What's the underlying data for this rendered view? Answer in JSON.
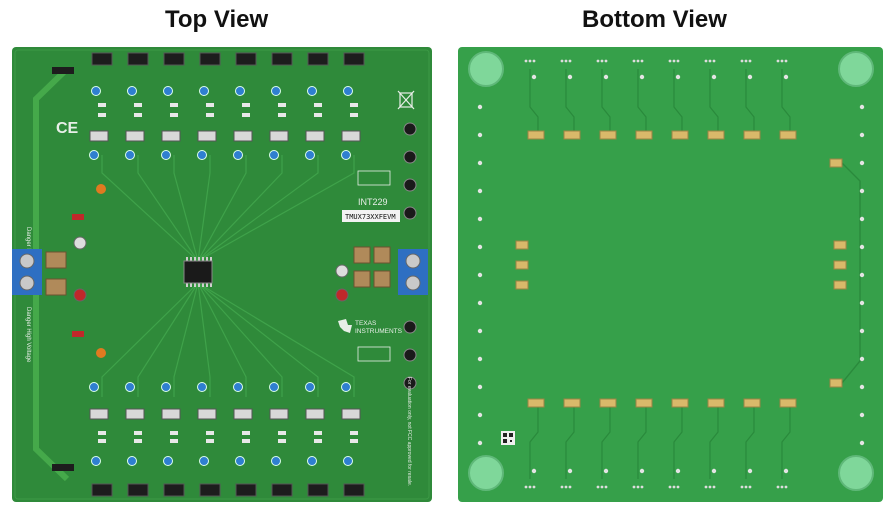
{
  "titles": {
    "top": "Top View",
    "bottom": "Bottom View"
  },
  "top_board": {
    "part_label": "INT229",
    "model_label": "TMUX73XXFEVM",
    "brand_line1": "TEXAS",
    "brand_line2": "INSTRUMENTS",
    "ce_mark": "CE",
    "side_text_upper": "Danger High Voltage",
    "side_text_lower": "Danger High Voltage",
    "right_vertical_text": "For evaluation only, not FCC approved for resale."
  },
  "colors": {
    "pcb": "#2f8a3a",
    "pcb_dark": "#1f6a2a",
    "bottom_pcb": "#36a04a",
    "pad": "#d9b96a",
    "connector": "#1d1d1d",
    "terminal_block": "#2e6fc2",
    "capacitor": "#b08a5a",
    "test_point_blue": "#2f7fd0",
    "test_point_orange": "#e07a20",
    "test_point_red": "#c0282a",
    "rubber_foot": "#7fd79a"
  },
  "icons": {
    "weee": "crossed-bin-icon",
    "logo": "ti-logo-icon",
    "qr": "qr-code-icon"
  }
}
